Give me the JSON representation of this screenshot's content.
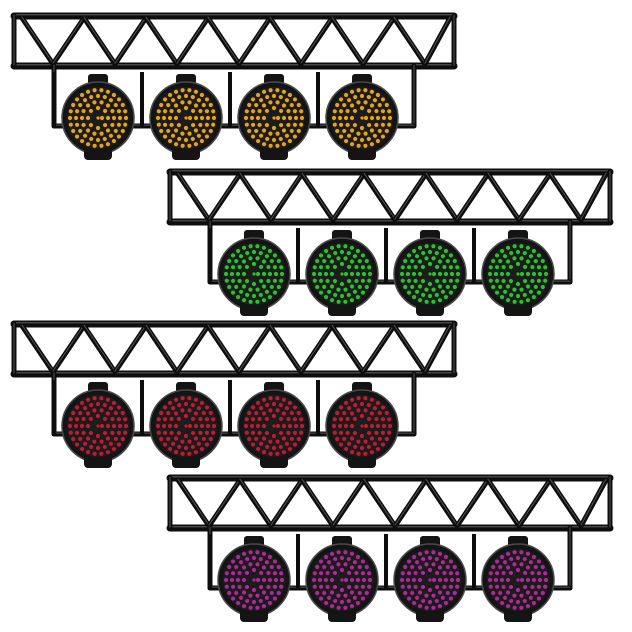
{
  "scene": {
    "background": "#ffffff",
    "truss_color": "#0d0d0d",
    "truss_highlight": "#8a8a8a",
    "lamp_body_color": "#141414",
    "lamps_per_rig": 4,
    "rigs": [
      {
        "name": "rig-amber",
        "led_color": "#e6a21a"
      },
      {
        "name": "rig-green",
        "led_color": "#26c42a"
      },
      {
        "name": "rig-red",
        "led_color": "#c21a35"
      },
      {
        "name": "rig-purple",
        "led_color": "#b0279b"
      }
    ]
  }
}
